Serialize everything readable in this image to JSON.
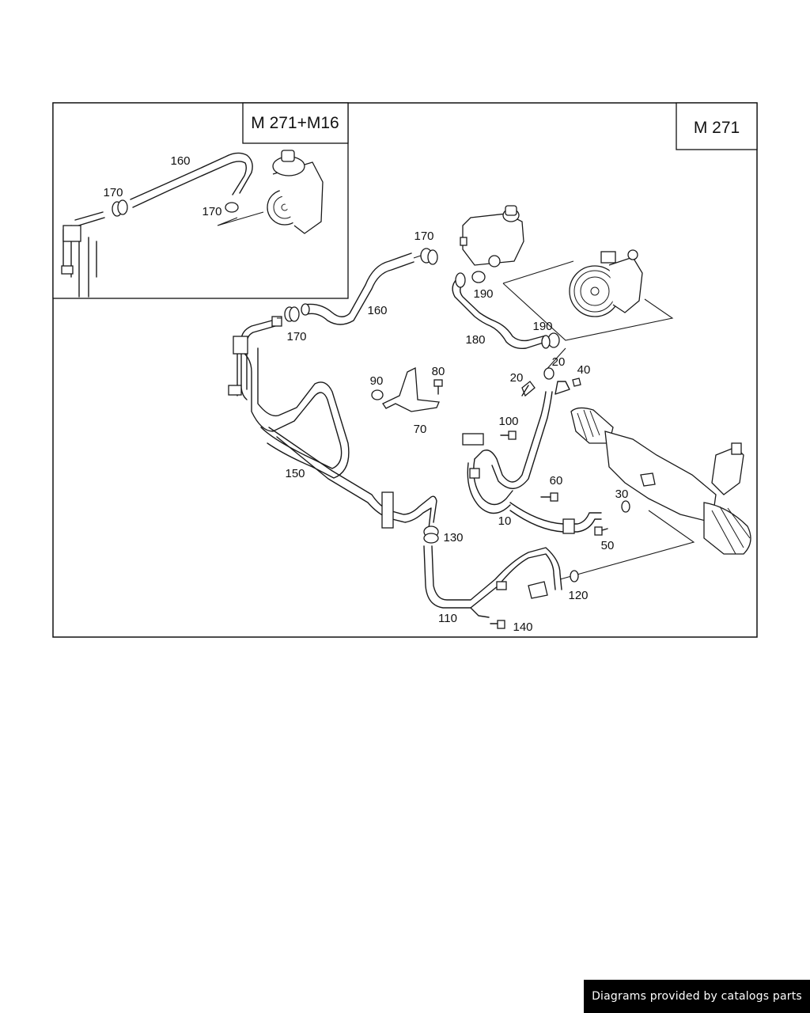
{
  "views": {
    "main_title": "M 271",
    "inset_title": "M 271+M16"
  },
  "callouts": {
    "inset_160": "160",
    "inset_170a": "170",
    "inset_170b": "170",
    "c170_top": "170",
    "c160": "160",
    "c170_left": "170",
    "c190a": "190",
    "c180": "180",
    "c190b": "190",
    "c20a": "20",
    "c20b": "20",
    "c40": "40",
    "c90": "90",
    "c80": "80",
    "c70": "70",
    "c100": "100",
    "c150": "150",
    "c60": "60",
    "c30": "30",
    "c10": "10",
    "c50": "50",
    "c130": "130",
    "c120": "120",
    "c110": "110",
    "c140": "140"
  },
  "footer": {
    "credit": "Diagrams provided by catalogs parts"
  }
}
